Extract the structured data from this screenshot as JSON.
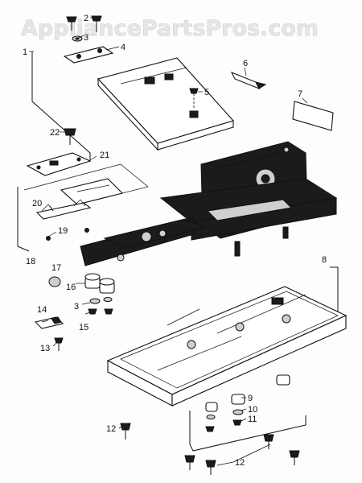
{
  "watermark": "AppliancePartsPros.com",
  "callouts": {
    "c1": "1",
    "c2": "2",
    "c3a": "3",
    "c4": "4",
    "c5": "5",
    "c6": "6",
    "c7": "7",
    "c8": "8",
    "c9": "9",
    "c10": "10",
    "c11": "11",
    "c12a": "12",
    "c12b": "12",
    "c13": "13",
    "c14": "14",
    "c15": "15",
    "c16": "16",
    "c3b": "3",
    "c17": "17",
    "c18": "18",
    "c19": "19",
    "c20": "20",
    "c21": "21",
    "c22": "22"
  }
}
